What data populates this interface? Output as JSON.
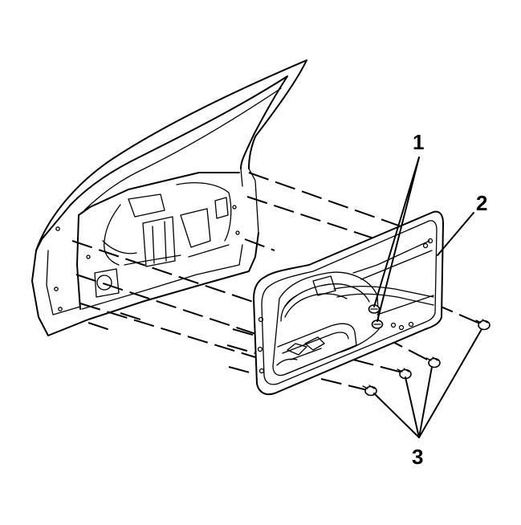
{
  "diagram": {
    "callouts": [
      {
        "id": "1",
        "label": "1"
      },
      {
        "id": "2",
        "label": "2"
      },
      {
        "id": "3",
        "label": "3"
      }
    ],
    "colors": {
      "line": "#000000",
      "background": "#ffffff"
    }
  }
}
